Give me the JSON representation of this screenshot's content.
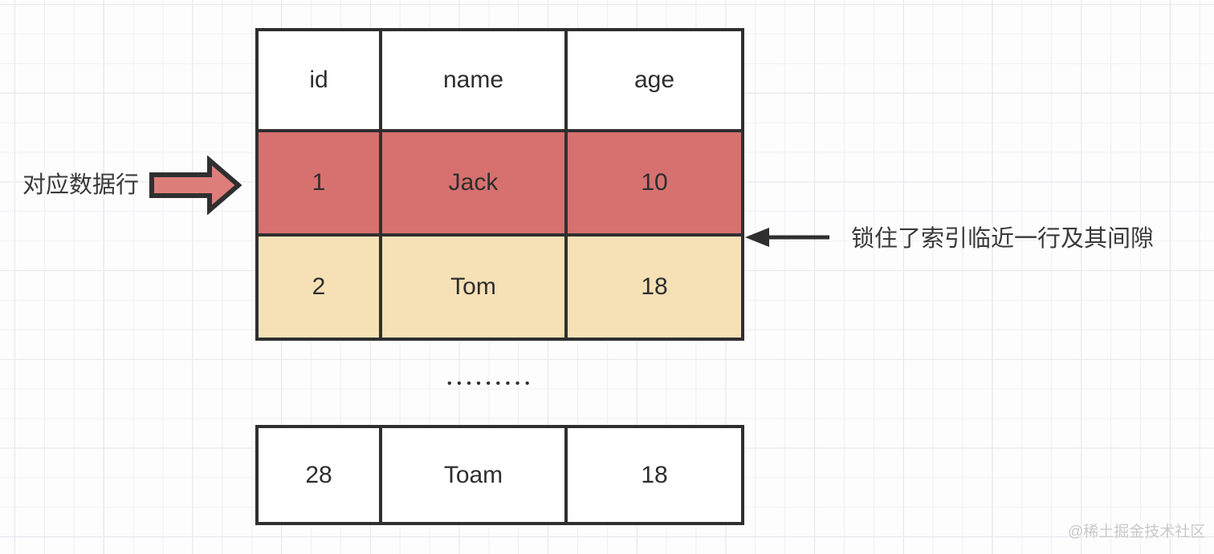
{
  "diagram": {
    "left_annotation": {
      "label": "对应数据行"
    },
    "right_annotation": {
      "label": "锁住了索引临近一行及其间隙"
    },
    "ellipsis": "•••••••••",
    "top_table": {
      "headers": [
        "id",
        "name",
        "age"
      ],
      "rows": [
        {
          "id": "1",
          "name": "Jack",
          "age": "10",
          "state": "locked-row"
        },
        {
          "id": "2",
          "name": "Tom",
          "age": "18",
          "state": "gap-row"
        }
      ]
    },
    "bottom_table": {
      "rows": [
        {
          "id": "28",
          "name": "Toam",
          "age": "18"
        }
      ]
    },
    "colors": {
      "locked_row_fill": "#d6716f",
      "gap_row_fill": "#f6e0b6",
      "outline": "#2f2f2f",
      "red_arrow_fill": "#dd7e7b"
    }
  },
  "page": {
    "watermark": "@稀土掘金技术社区"
  }
}
